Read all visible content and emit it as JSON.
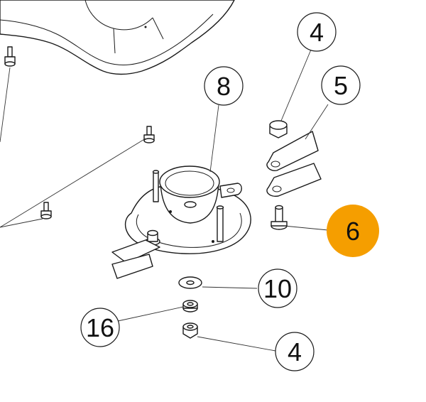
{
  "diagram": {
    "callouts": [
      {
        "id": "c4a",
        "label": "4"
      },
      {
        "id": "c5",
        "label": "5"
      },
      {
        "id": "c8",
        "label": "8"
      },
      {
        "id": "c6",
        "label": "6",
        "highlighted": true
      },
      {
        "id": "c10",
        "label": "10"
      },
      {
        "id": "c16",
        "label": "16"
      },
      {
        "id": "c4b",
        "label": "4"
      }
    ],
    "colors": {
      "highlight": "#F59E00",
      "outline": "#1a1a1a",
      "background": "#ffffff"
    }
  }
}
